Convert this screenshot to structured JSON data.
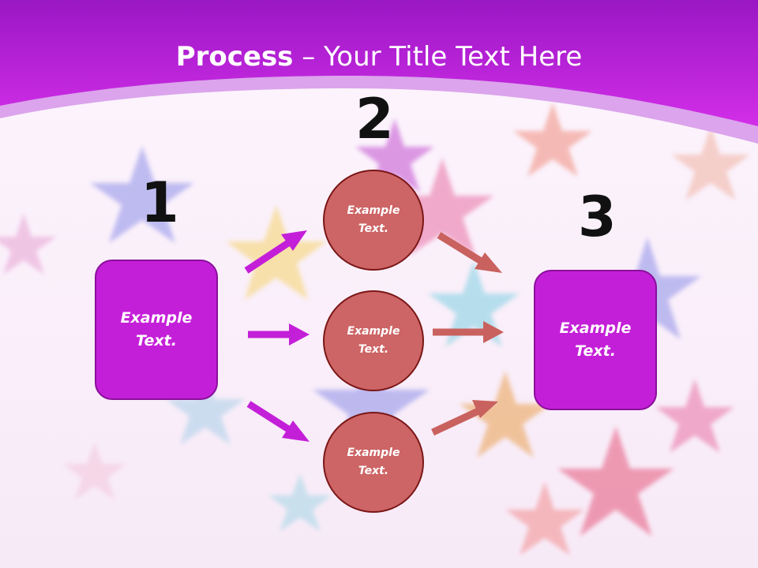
{
  "title": {
    "bold": "Process",
    "rest": " – Your Title Text Here"
  },
  "steps": [
    {
      "number": "1"
    },
    {
      "number": "2"
    },
    {
      "number": "3"
    }
  ],
  "input_box": {
    "label": "Example\nText."
  },
  "circles": [
    {
      "label": "Example\nText."
    },
    {
      "label": "Example\nText."
    },
    {
      "label": "Example\nText."
    }
  ],
  "output_box": {
    "label": "Example\nText."
  },
  "colors": {
    "header": "#b21fd0",
    "box": "#c41fd8",
    "circle": "#cd6465",
    "arrow_in": "#c41fd8",
    "arrow_out": "#c9625f"
  }
}
